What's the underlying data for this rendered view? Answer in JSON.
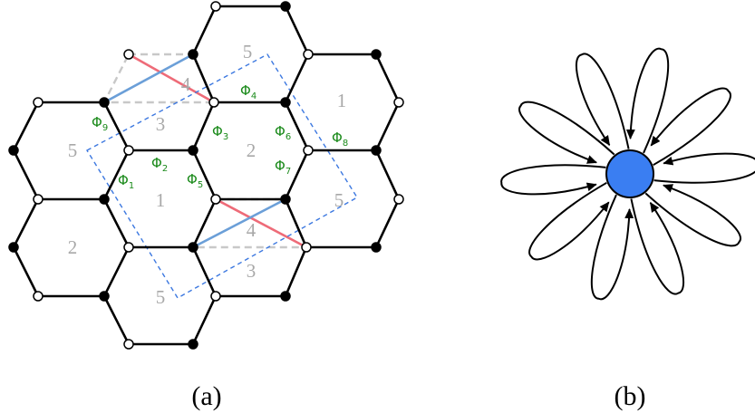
{
  "panel_a": {
    "caption": "(a)",
    "plaquette_labels": [
      {
        "id": "p5-top",
        "text": "5"
      },
      {
        "id": "p4-top",
        "text": "4"
      },
      {
        "id": "p1-right",
        "text": "1"
      },
      {
        "id": "p3-upper",
        "text": "3"
      },
      {
        "id": "p2-center",
        "text": "2"
      },
      {
        "id": "p5-left",
        "text": "5"
      },
      {
        "id": "p1-center",
        "text": "1"
      },
      {
        "id": "p5-right",
        "text": "5"
      },
      {
        "id": "p4-bottom",
        "text": "4"
      },
      {
        "id": "p2-left",
        "text": "2"
      },
      {
        "id": "p3-lower",
        "text": "3"
      },
      {
        "id": "p5-bottom",
        "text": "5"
      }
    ],
    "phi_labels": [
      {
        "id": "phi-1",
        "base": "Φ",
        "sub": "1"
      },
      {
        "id": "phi-2",
        "base": "Φ",
        "sub": "2"
      },
      {
        "id": "phi-3",
        "base": "Φ",
        "sub": "3"
      },
      {
        "id": "phi-4",
        "base": "Φ",
        "sub": "4"
      },
      {
        "id": "phi-5",
        "base": "Φ",
        "sub": "5"
      },
      {
        "id": "phi-6",
        "base": "Φ",
        "sub": "6"
      },
      {
        "id": "phi-7",
        "base": "Φ",
        "sub": "7"
      },
      {
        "id": "phi-8",
        "base": "Φ",
        "sub": "8"
      },
      {
        "id": "phi-9",
        "base": "Φ",
        "sub": "9"
      }
    ]
  },
  "panel_b": {
    "caption": "(b)",
    "petal_count": 10,
    "hub_color": "#3a7ef2"
  },
  "colors": {
    "phi": "#1a8a1a",
    "plaquette": "#a8a8a8",
    "red_segment": "#ee6b78",
    "blue_segment": "#6b9fd8",
    "unit_cell": "#3c78e0"
  }
}
